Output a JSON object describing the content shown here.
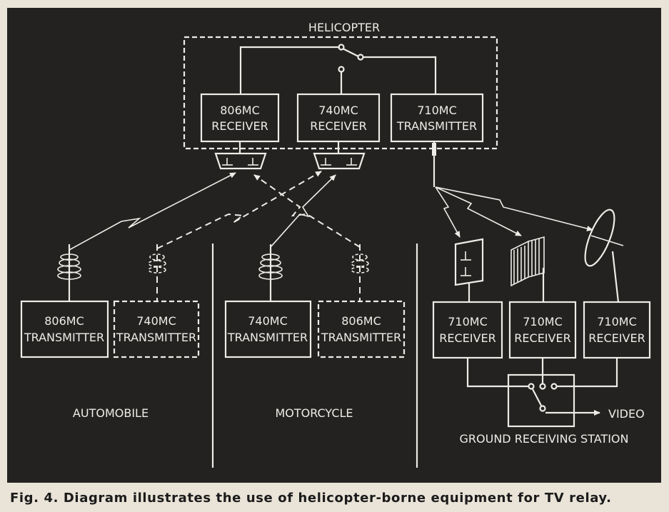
{
  "labels": {
    "helicopter": "HELICOPTER",
    "rx806_l1": "806MC",
    "rx806_l2": "RECEIVER",
    "rx740_l1": "740MC",
    "rx740_l2": "RECEIVER",
    "tx710_l1": "710MC",
    "tx710_l2": "TRANSMITTER",
    "car_tx806_l1": "806MC",
    "car_tx806_l2": "TRANSMITTER",
    "car_tx740_l1": "740MC",
    "car_tx740_l2": "TRANSMITTER",
    "moto_tx740_l1": "740MC",
    "moto_tx740_l2": "TRANSMITTER",
    "moto_tx806_l1": "806MC",
    "moto_tx806_l2": "TRANSMITTER",
    "g_rx1_l1": "710MC",
    "g_rx1_l2": "RECEIVER",
    "g_rx2_l1": "710MC",
    "g_rx2_l2": "RECEIVER",
    "g_rx3_l1": "710MC",
    "g_rx3_l2": "RECEIVER",
    "automobile": "AUTOMOBILE",
    "motorcycle": "MOTORCYCLE",
    "video": "VIDEO",
    "ground_station": "GROUND RECEIVING STATION"
  },
  "caption": "Fig. 4. Diagram illustrates the use of helicopter-borne equipment for TV relay."
}
